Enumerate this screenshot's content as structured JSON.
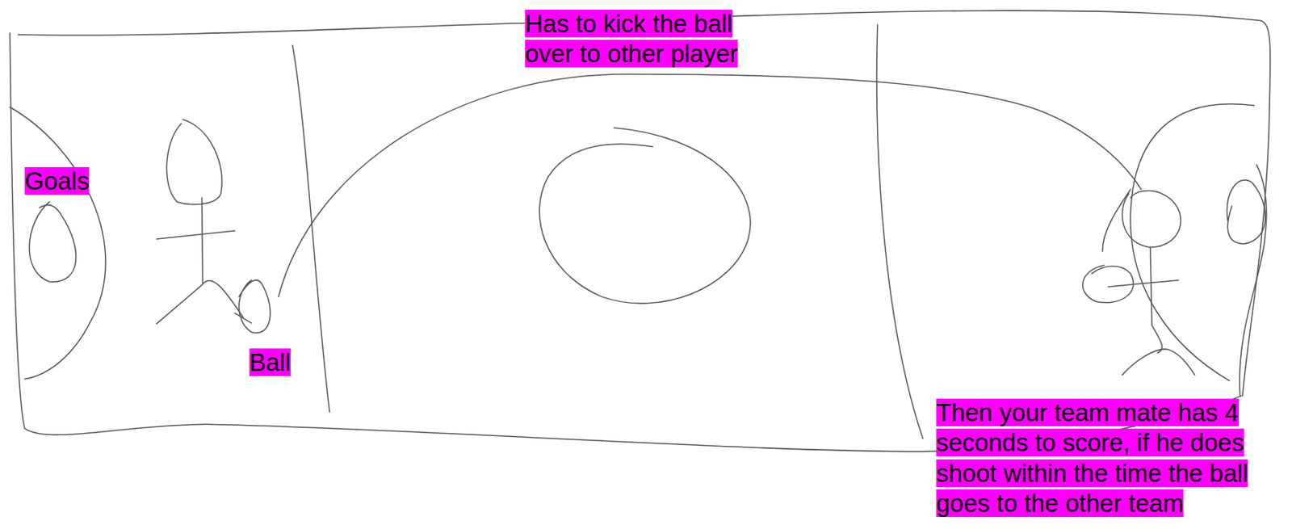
{
  "diagram": {
    "labels": [
      "Goals",
      "Ball",
      "Has to kick the ball over to other player",
      "Then your team mate has 4 seconds to score, if he does shoot within the time the ball goes to the other team"
    ]
  }
}
